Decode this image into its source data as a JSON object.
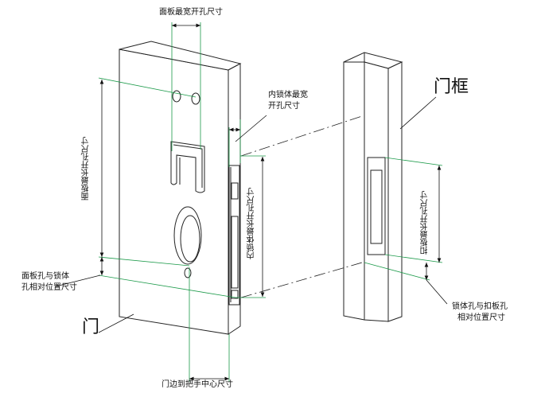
{
  "labels": {
    "panel_widest": "面板最宽开孔尺寸",
    "panel_longest": "面板最长开孔尺寸",
    "inner_widest_1": "内锁体最宽",
    "inner_widest_2": "开孔尺寸",
    "inner_longest": "内锁体最长开孔尺寸",
    "door_frame": "门框",
    "door": "门",
    "panel_lock_rel_1": "面板孔与锁体",
    "panel_lock_rel_2": "孔相对位置尺寸",
    "strike_longest": "扣板最长开孔尺寸",
    "lock_strike_rel_1": "锁体孔与扣板孔",
    "lock_strike_rel_2": "相对位置尺寸",
    "door_edge_handle": "门边到把手中心尺寸"
  },
  "colors": {
    "outline": "#222222",
    "dimension": "#1c9a4a"
  }
}
